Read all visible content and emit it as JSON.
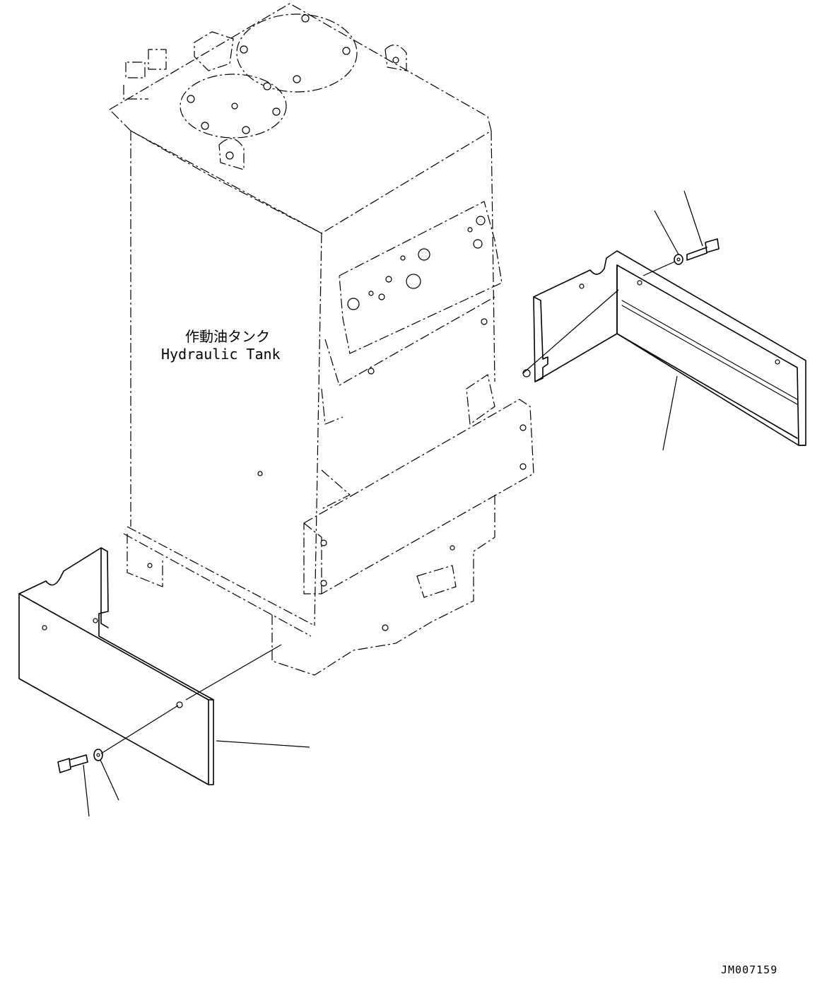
{
  "labels": {
    "tank_jp": "作動油タンク",
    "tank_en": "Hydraulic Tank",
    "drawing_code": "JM007159"
  },
  "colors": {
    "line": "#000000",
    "background": "#ffffff"
  }
}
